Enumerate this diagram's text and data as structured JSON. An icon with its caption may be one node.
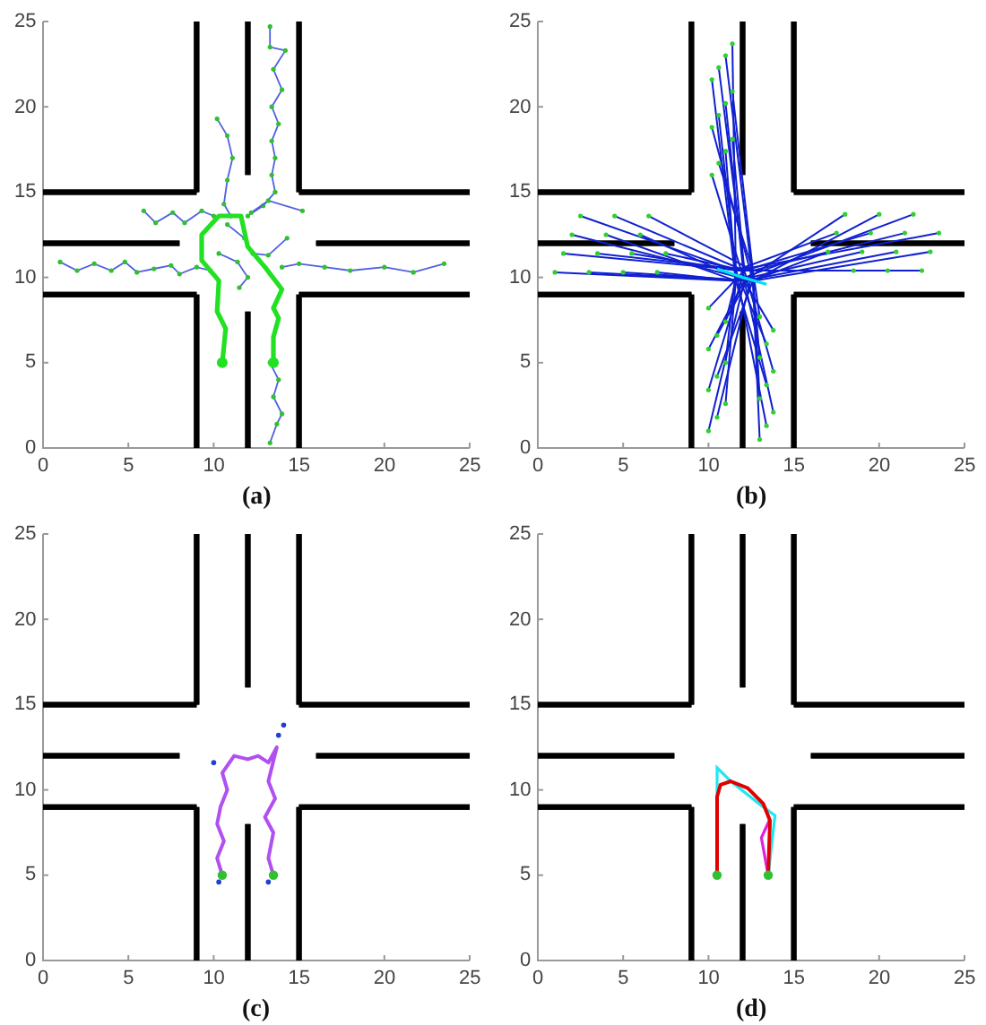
{
  "diagram": {
    "labels": [
      "25",
      "20",
      "15",
      "10",
      "5",
      "0",
      "0",
      "5",
      "10",
      "15",
      "20",
      "25",
      "(a)",
      "25",
      "20",
      "15",
      "10",
      "5",
      "0",
      "0",
      "5",
      "10",
      "15",
      "20",
      "25",
      "(b)",
      "25",
      "20",
      "15",
      "10",
      "5",
      "0",
      "0",
      "5",
      "10",
      "15",
      "20",
      "25",
      "(c)",
      "25",
      "20",
      "15",
      "10",
      "5",
      "0",
      "0",
      "5",
      "10",
      "15",
      "20",
      "25",
      "(d)"
    ]
  }
}
